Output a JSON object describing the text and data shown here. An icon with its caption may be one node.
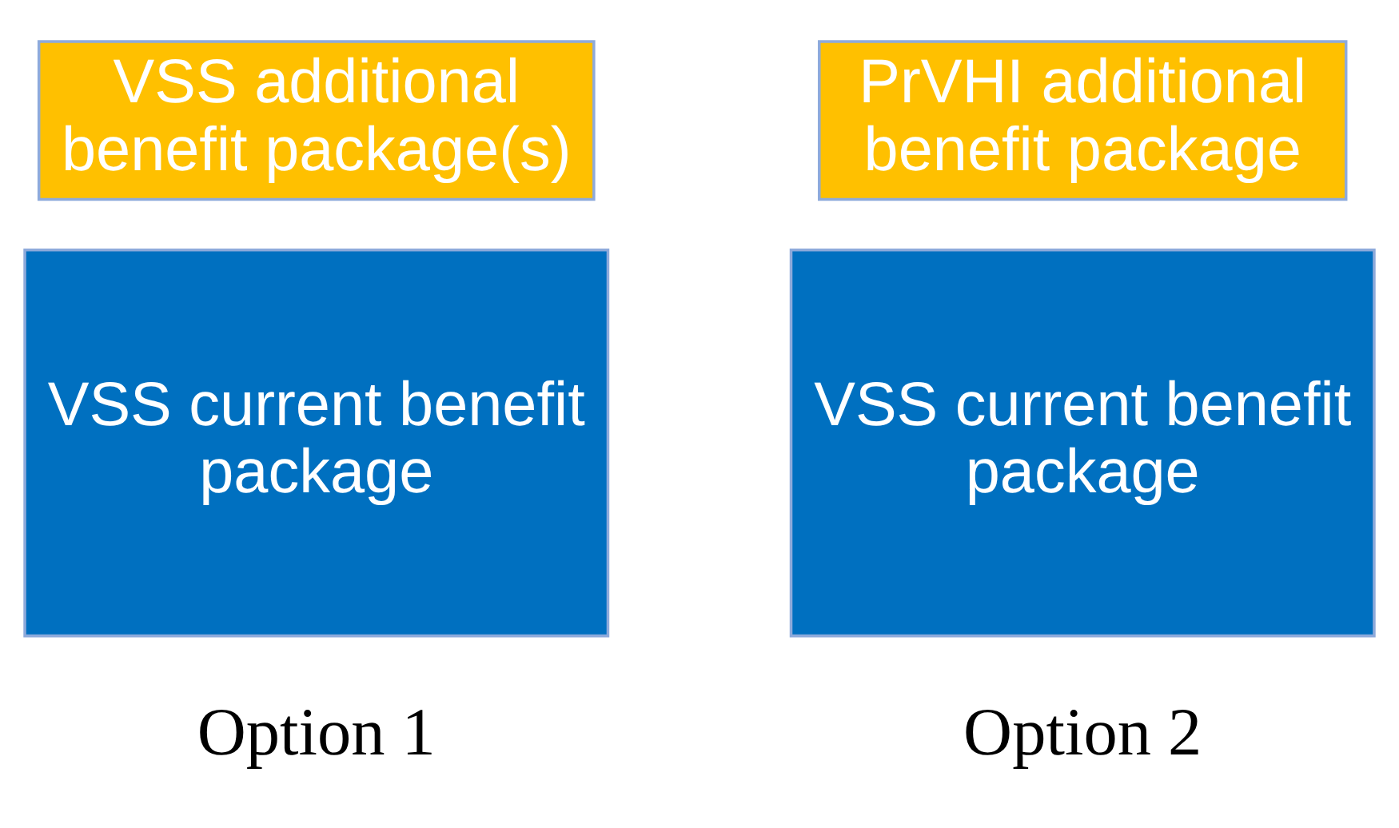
{
  "diagram": {
    "nodes": [
      {
        "text": [
          "VSS additional benefit package(s)"
        ]
      },
      {
        "text": [
          "VSS current benefit package"
        ]
      },
      {
        "text": [
          "PrVHI additional benefit package"
        ]
      },
      {
        "text": [
          "VSS current benefit package"
        ]
      }
    ],
    "labels": [
      "Option 1",
      "Option 2"
    ]
  }
}
